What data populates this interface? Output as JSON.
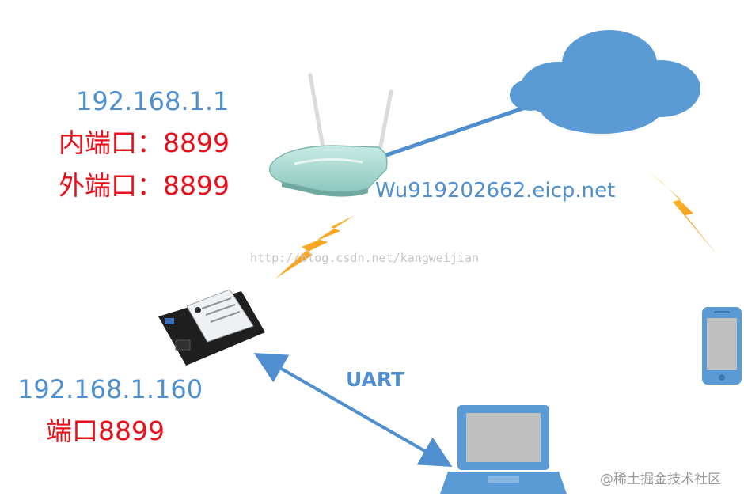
{
  "router": {
    "ip": "192.168.1.1",
    "inner_port": "内端口：8899",
    "outer_port": "外端口：8899"
  },
  "module": {
    "ip": "192.168.1.160",
    "port": "端口8899"
  },
  "domain": "Wu919202662.eicp.net",
  "link_uart": "UART",
  "watermark": "http://blog.csdn.net/kangweijian",
  "footer_watermark": "@稀土掘金技术社区",
  "colors": {
    "blue_text": "#4f8fcf",
    "red_text": "#e8101a",
    "cloud": "#5b9bd5",
    "router_body": "#9fd0c8",
    "lightning": "#f7a21b"
  },
  "icons": [
    "cloud-icon",
    "router-icon",
    "wifi-module-icon",
    "phone-icon",
    "laptop-icon",
    "lightning-icon"
  ]
}
